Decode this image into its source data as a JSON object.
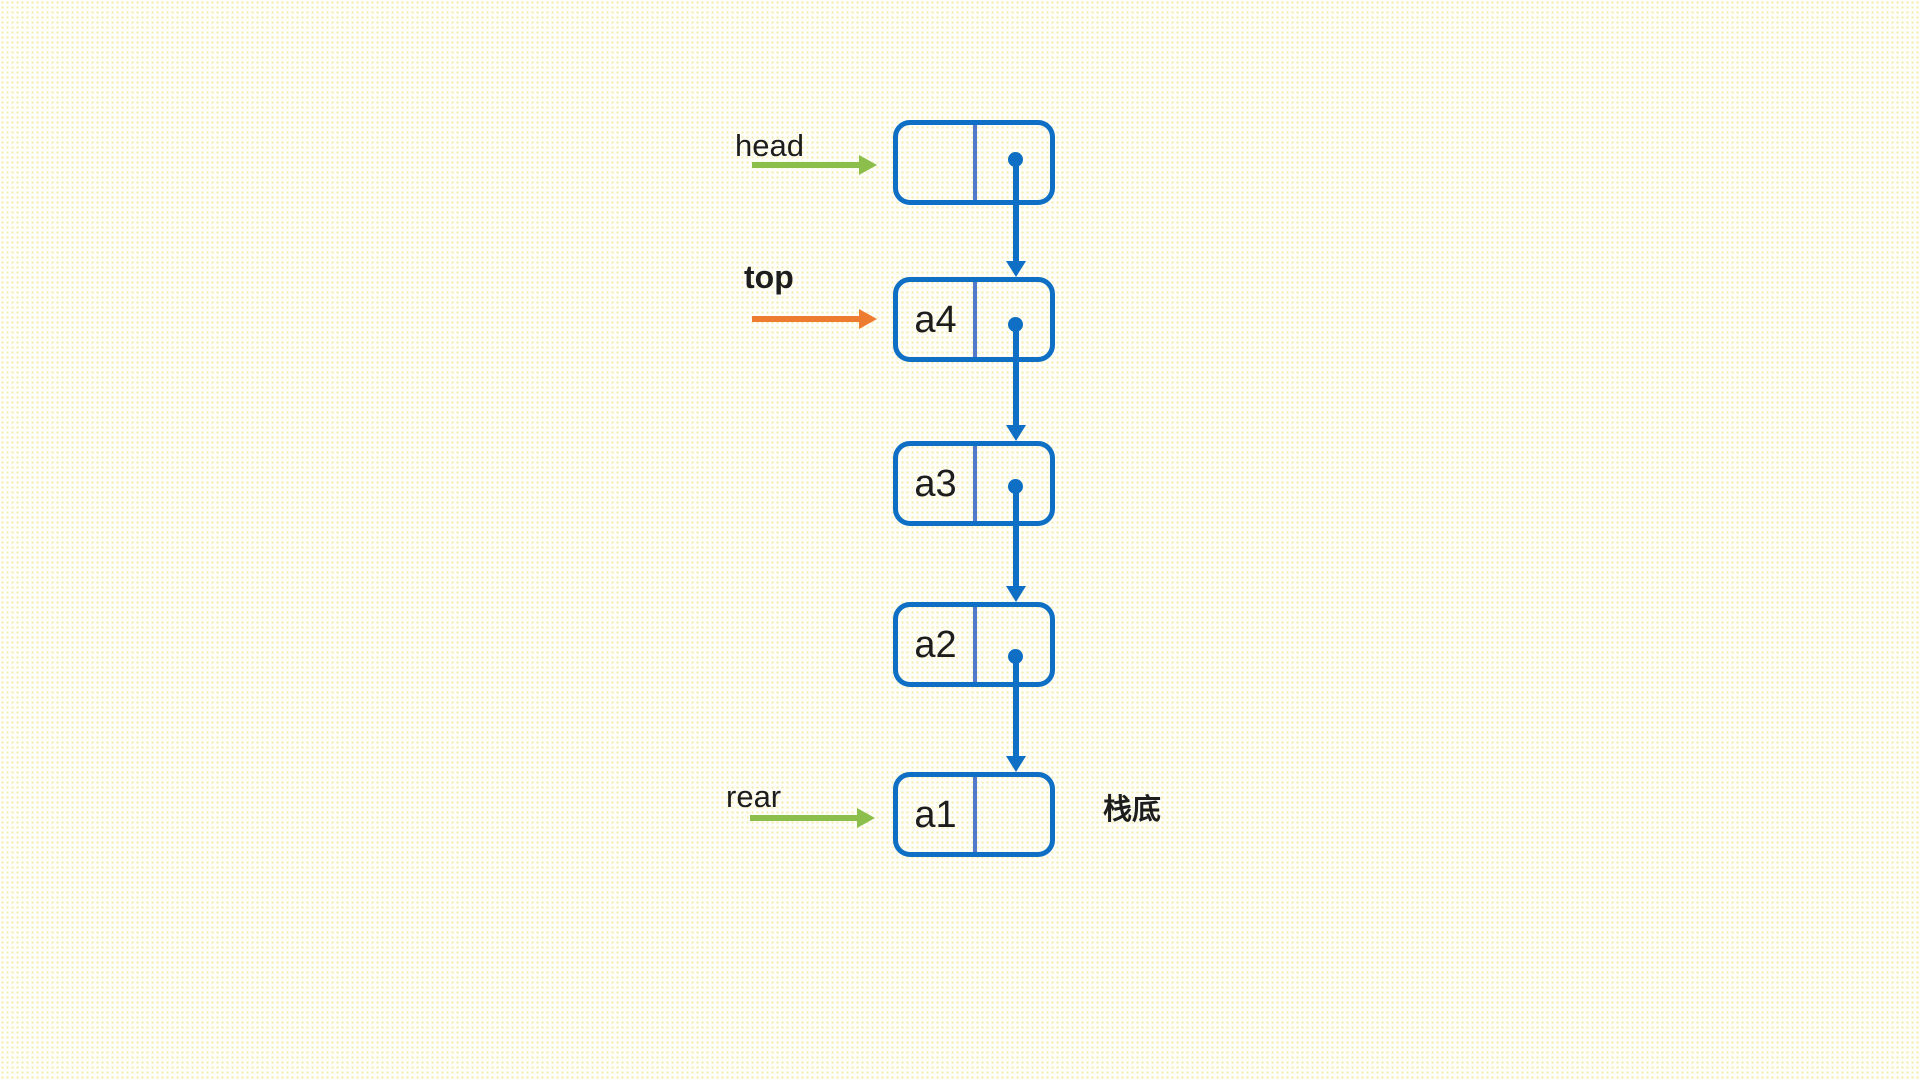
{
  "diagram": {
    "type": "linked-list-stack",
    "pointer_labels": {
      "head": "head",
      "top": "top",
      "rear": "rear"
    },
    "stack_bottom_label": "栈底",
    "nodes": [
      {
        "value": "",
        "role": "head-node",
        "points_to": "a4"
      },
      {
        "value": "a4",
        "role": "top-of-stack",
        "points_to": "a3"
      },
      {
        "value": "a3",
        "role": "element",
        "points_to": "a2"
      },
      {
        "value": "a2",
        "role": "element",
        "points_to": "a1"
      },
      {
        "value": "a1",
        "role": "stack-bottom",
        "points_to": ""
      }
    ]
  },
  "colors": {
    "node_blue": "#0E6FC4",
    "divider_blue": "#5379CC",
    "green_arrow": "#8CBE4B",
    "orange_arrow": "#EE7C30",
    "text": "#1D1D1D"
  }
}
